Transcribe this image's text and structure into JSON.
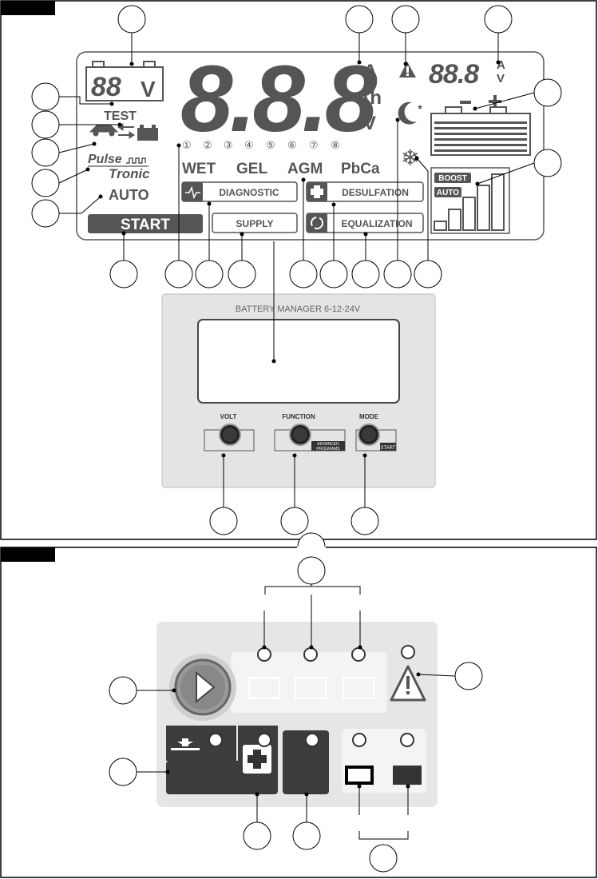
{
  "lcd": {
    "units_main": [
      "A",
      "Ah",
      "V"
    ],
    "unit_small_a": "A",
    "unit_small_v": "V",
    "small_volts_unit": "V",
    "test_label": "TEST",
    "step_numbers": [
      "①",
      "②",
      "③",
      "④",
      "⑤",
      "⑥",
      "⑦",
      "⑧"
    ],
    "battery_types": [
      "WET",
      "GEL",
      "AGM",
      "PbCa"
    ],
    "pulse_label": "Pulse",
    "tronic_label": "Tronic",
    "auto_label": "AUTO",
    "start_label": "START",
    "diagnostic_label": "DIAGNOSTIC",
    "supply_label": "SUPPLY",
    "desulfation_label": "DESULFATION",
    "equalization_label": "EQUALIZATION",
    "boost_label": "BOOST",
    "auto_bar_label": "AUTO",
    "charge_bar_levels": [
      0.15,
      0.35,
      0.55,
      0.75,
      0.95
    ]
  },
  "device": {
    "title": "BATTERY MANAGER  6-12-24V",
    "volt_label": "VOLT",
    "function_label": "FUNCTION",
    "mode_label": "MODE",
    "advanced_label_1": "ADVANCED",
    "advanced_label_2": "PROGRAMS",
    "start_small_label": "START"
  },
  "colors": {
    "lcd_segment": "#555555",
    "panel_grey": "#e4e4e4",
    "dark_key": "#3c3c3c",
    "black_tab": "#000000"
  }
}
